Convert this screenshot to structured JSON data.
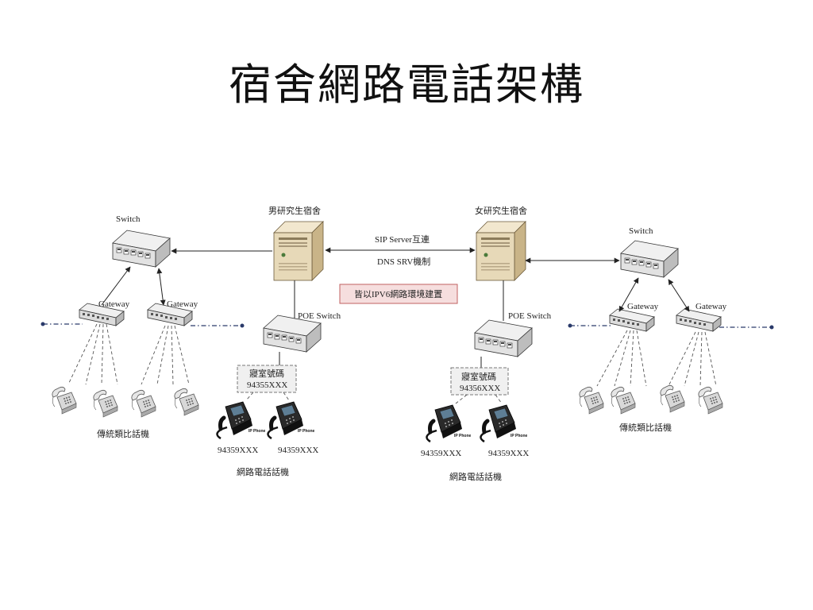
{
  "title": "宿舍網路電話架構",
  "labels": {
    "switch": "Switch",
    "gateway": "Gateway",
    "poe_switch": "POE Switch",
    "male_dorm": "男研究生宿舍",
    "female_dorm": "女研究生宿舍",
    "sip_interconnect": "SIP Server互連",
    "dns_srv": "DNS SRV機制",
    "ipv6_banner": "皆以IPV6網路環境建置",
    "room_number": "寢室號碼",
    "male_room_range": "94355XXX",
    "female_room_range": "94356XXX",
    "phone_number": "94359XXX",
    "ip_phone": "IP Phone",
    "analog_phones": "傳統類比話機",
    "voip_phones": "網路電話話機"
  },
  "colors": {
    "server_body": "#e7d9b8",
    "switch_body": "#e2e2e2",
    "banner_fill": "#f6dede",
    "banner_border": "#c06060",
    "line_dot_blue": "#2a3a6a"
  }
}
